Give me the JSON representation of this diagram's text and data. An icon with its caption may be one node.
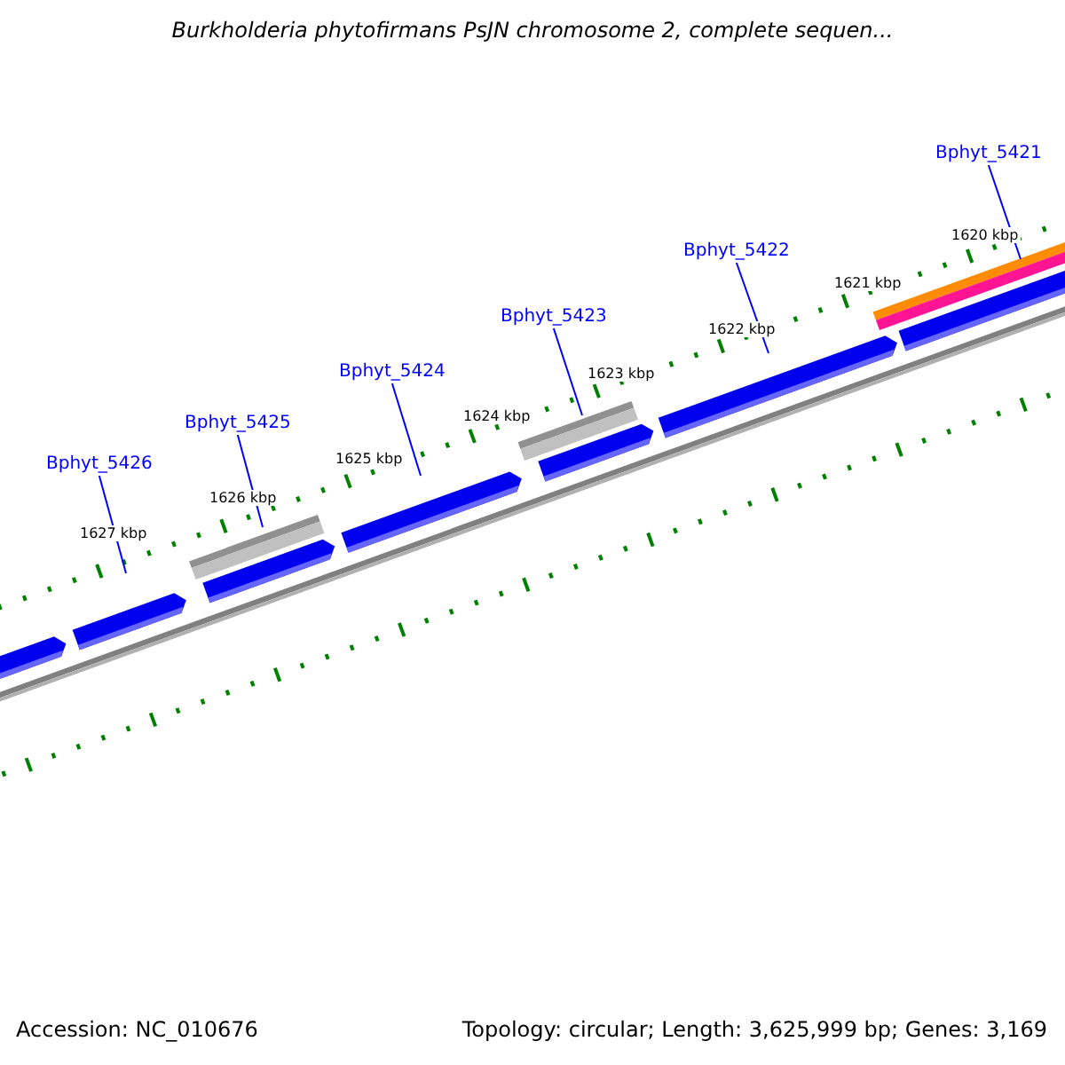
{
  "diagram": {
    "title": "Burkholderia phytofirmans PsJN chromosome 2, complete sequen...",
    "nodes": [
      {
        "text": [
          "Bphyt_5426"
        ]
      },
      {
        "text": [
          "Bphyt_5425"
        ]
      },
      {
        "text": [
          "Bphyt_5424"
        ]
      },
      {
        "text": [
          "Bphyt_5423"
        ]
      },
      {
        "text": [
          "Bphyt_5422"
        ]
      },
      {
        "text": [
          "Bphyt_5421"
        ]
      }
    ],
    "edges": [
      {
        "from": 0,
        "to": null,
        "arrow": "none"
      },
      {
        "from": 1,
        "to": null,
        "arrow": "none"
      },
      {
        "from": 2,
        "to": null,
        "arrow": "none"
      },
      {
        "from": 3,
        "to": null,
        "arrow": "none"
      },
      {
        "from": 4,
        "to": null,
        "arrow": "none"
      },
      {
        "from": 5,
        "to": null,
        "arrow": "none"
      }
    ],
    "labels": [
      "1627 kbp",
      "1626 kbp",
      "1625 kbp",
      "1624 kbp",
      "1623 kbp",
      "1622 kbp",
      "1621 kbp",
      "1620 kbp",
      "Accession: NC_010676",
      "Topology: circular; Length: 3,625,999 bp; Genes: 3,169"
    ]
  }
}
